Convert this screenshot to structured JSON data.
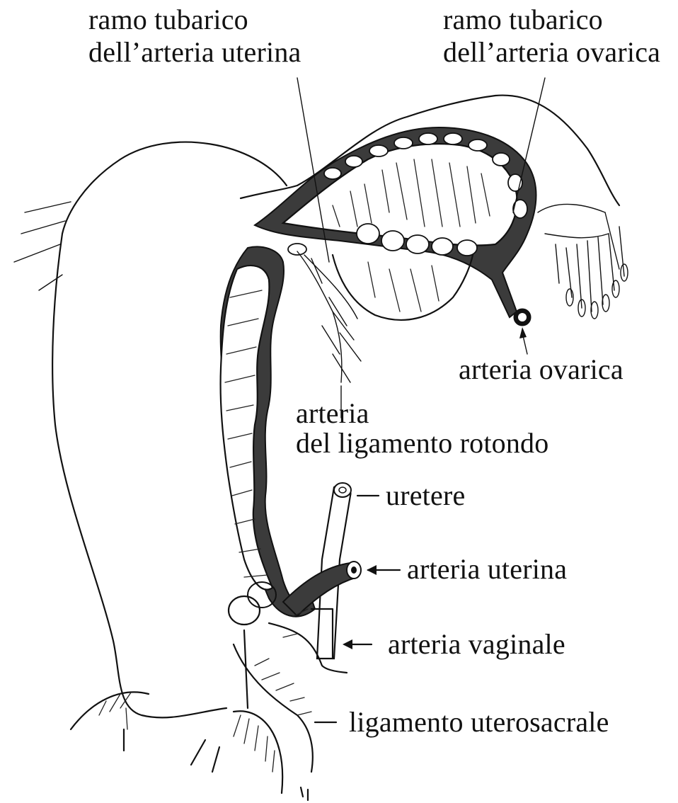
{
  "labels": {
    "ramo_tubarico_uterina_1": "ramo tubarico",
    "ramo_tubarico_uterina_2": "dell’arteria uterina",
    "ramo_tubarico_ovarica_1": "ramo tubarico",
    "ramo_tubarico_ovarica_2": "dell’arteria ovarica",
    "arteria_ovarica": "arteria ovarica",
    "arteria_ligamento_1": "arteria",
    "arteria_ligamento_2": "del ligamento rotondo",
    "uretere": "uretere",
    "arteria_uterina": "arteria uterina",
    "arteria_vaginale": "arteria vaginale",
    "ligamento_uterosacrale": "ligamento uterosacrale"
  },
  "colors": {
    "ink": "#111111",
    "vessel_fill": "#3b3b3b",
    "background": "#ffffff"
  }
}
